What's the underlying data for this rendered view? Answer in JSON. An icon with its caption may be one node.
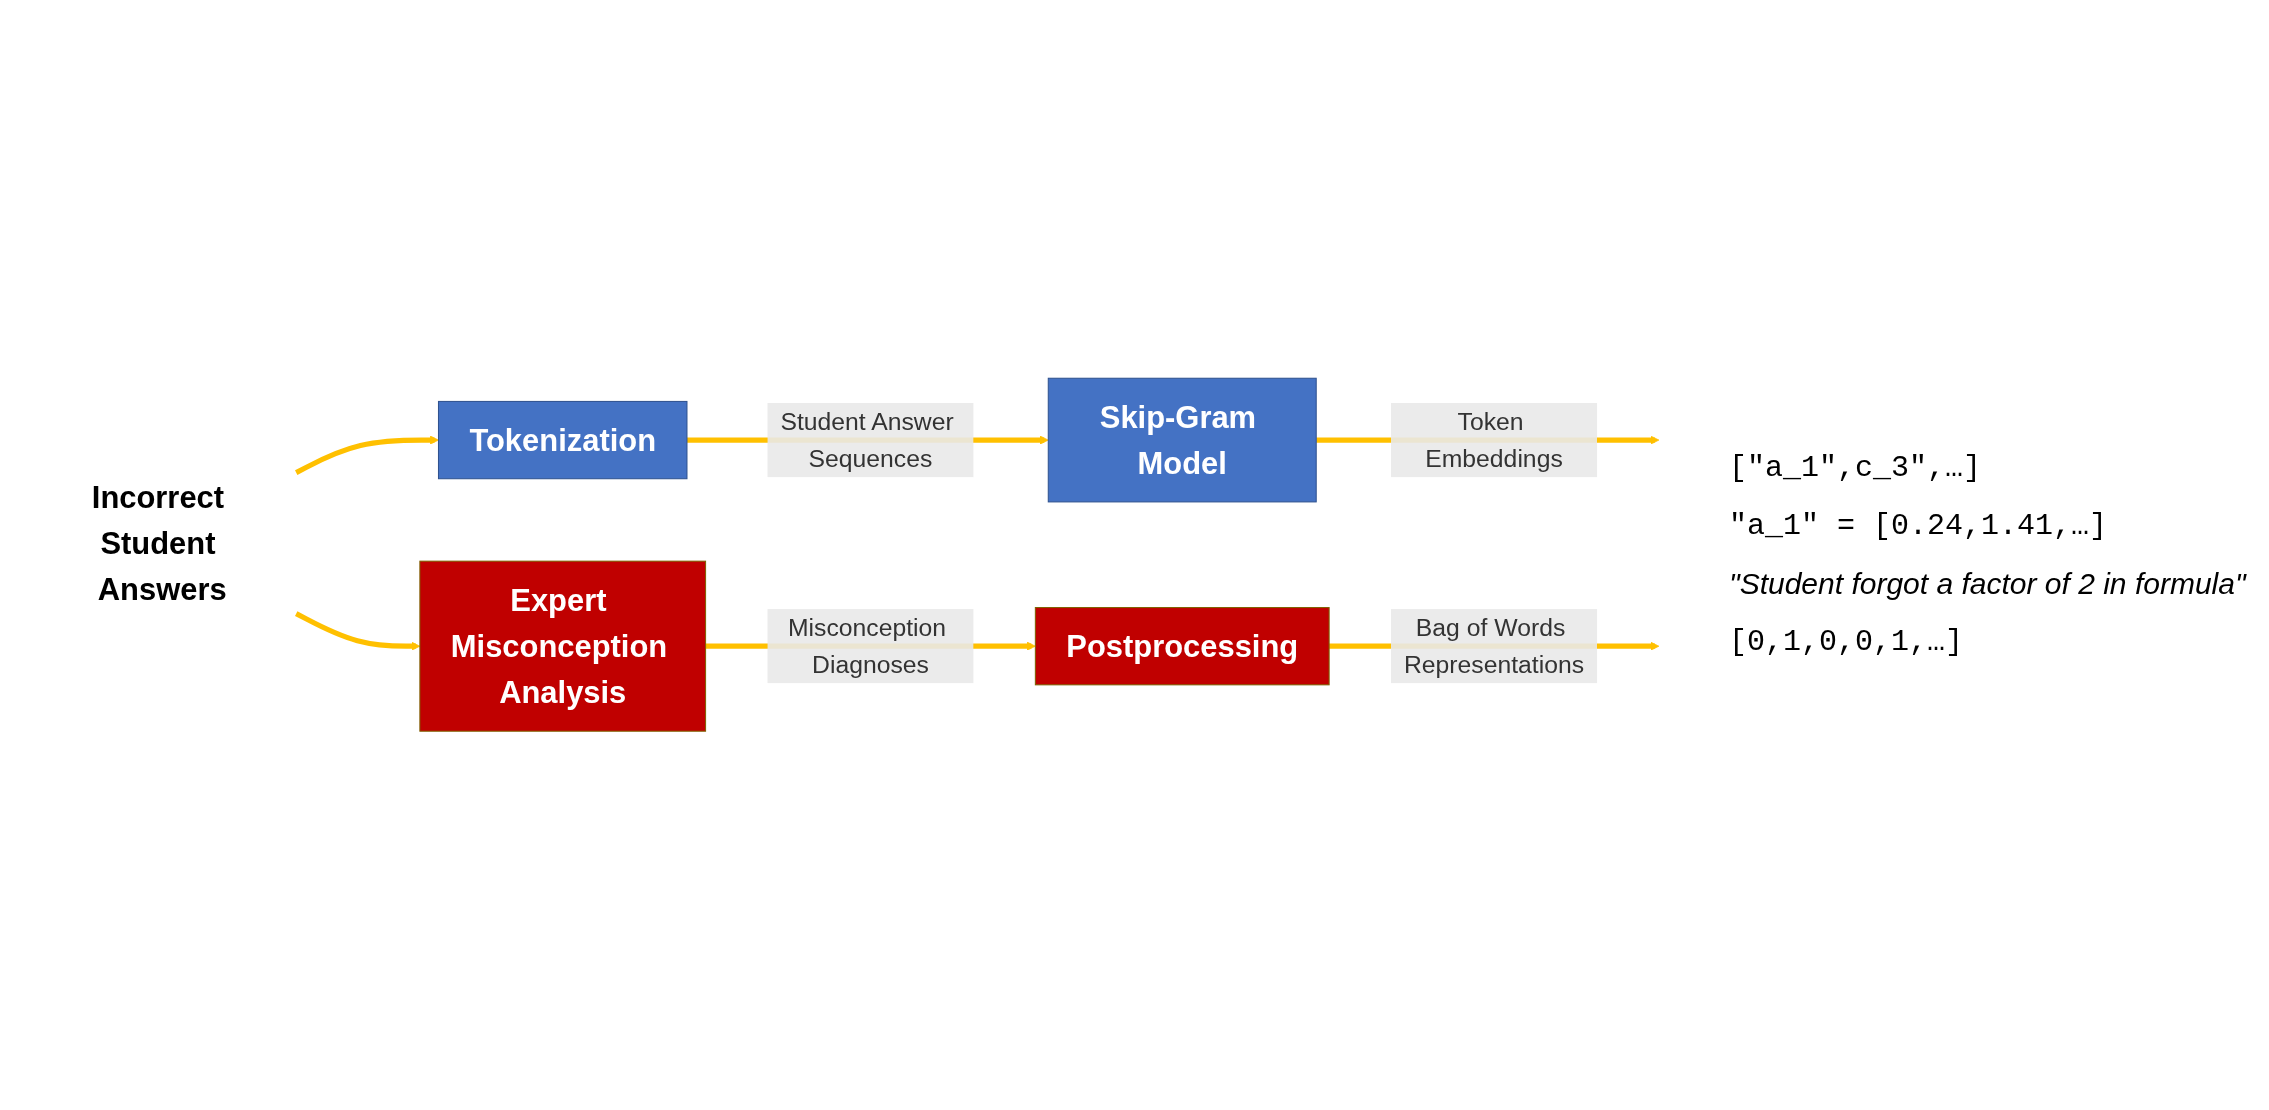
{
  "diagram": {
    "nodes": [
      {
        "text": [
          "Tokenization"
        ]
      },
      {
        "text": [
          "Skip-Gram Model"
        ]
      },
      {
        "text": [
          "Incorrect Student Answers"
        ]
      },
      {
        "text": [
          "Expert Misconception Analysis"
        ]
      },
      {
        "text": [
          "Postprocessing"
        ]
      }
    ],
    "edges": [
      {
        "from": 2,
        "to": 0,
        "arrow": "to"
      },
      {
        "from": 2,
        "to": 3,
        "arrow": "to"
      },
      {
        "from": 0,
        "to": 1,
        "arrow": "to",
        "label": "Student Answer Sequences"
      },
      {
        "from": 1,
        "to": null,
        "arrow": "to",
        "label": "Token Embeddings"
      },
      {
        "from": 3,
        "to": 4,
        "arrow": "to",
        "label": "Misconception Diagnoses"
      },
      {
        "from": 4,
        "to": null,
        "arrow": "to",
        "label": "Bag of Words Representations"
      }
    ],
    "labels": [
      "[\"a_1\",c_3\",…]",
      "\"a_1\" = [0.24,1.41,…]",
      "\"Student forgot a factor of 2 in formula\"",
      "[0,1,0,0,1,…]"
    ]
  }
}
